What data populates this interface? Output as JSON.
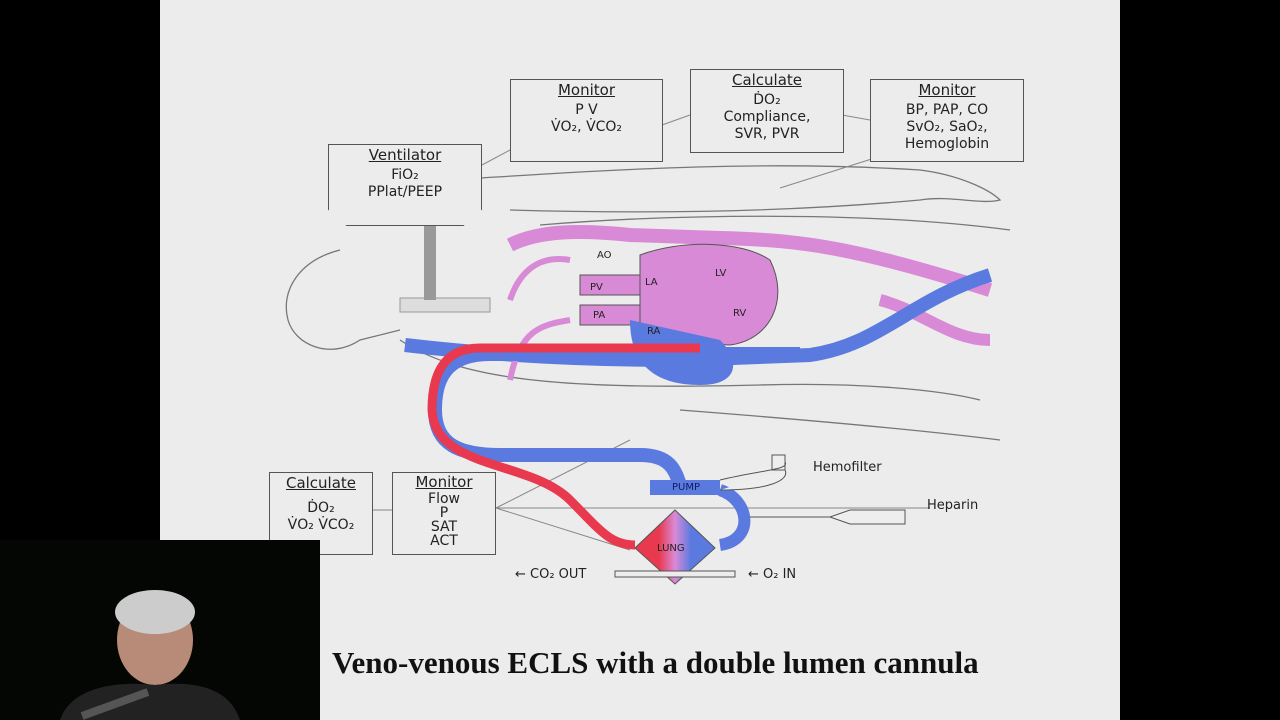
{
  "slide": {
    "title": "Veno-venous ECLS with a double lumen cannula",
    "boxes": {
      "ventilator": {
        "heading": "Ventilator",
        "lines": [
          "FiO₂",
          "PPlat/PEEP"
        ]
      },
      "monitor_top": {
        "heading": "Monitor",
        "lines": [
          "P  V",
          "V̇O₂,  V̇CO₂"
        ]
      },
      "calculate_top": {
        "heading": "Calculate",
        "lines": [
          "ḊO₂",
          "Compliance,",
          "SVR, PVR"
        ]
      },
      "monitor_right": {
        "heading": "Monitor",
        "lines": [
          "BP, PAP, CO",
          "SvO₂, SaO₂,",
          "Hemoglobin"
        ]
      },
      "calculate_bottom": {
        "heading": "Calculate",
        "lines": [
          "ḊO₂",
          "V̇O₂ V̇CO₂"
        ]
      },
      "monitor_bottom": {
        "heading": "Monitor",
        "lines": [
          "Flow",
          "P",
          "SAT",
          "ACT"
        ]
      }
    },
    "labels": {
      "hemofilter": "Hemofilter",
      "heparin": "Heparin",
      "co2_out": "← CO₂ OUT",
      "o2_in": "← O₂ IN"
    },
    "anatomy": {
      "ao": "AO",
      "la": "LA",
      "lv": "LV",
      "pv": "PV",
      "pa": "PA",
      "ra": "RA",
      "rv": "RV",
      "pump": "PUMP",
      "lung": "LUNG"
    },
    "colors": {
      "arterial": "#e8394f",
      "venous": "#5a7ae0",
      "heart": "#d98ad6",
      "background": "#ececec"
    }
  }
}
